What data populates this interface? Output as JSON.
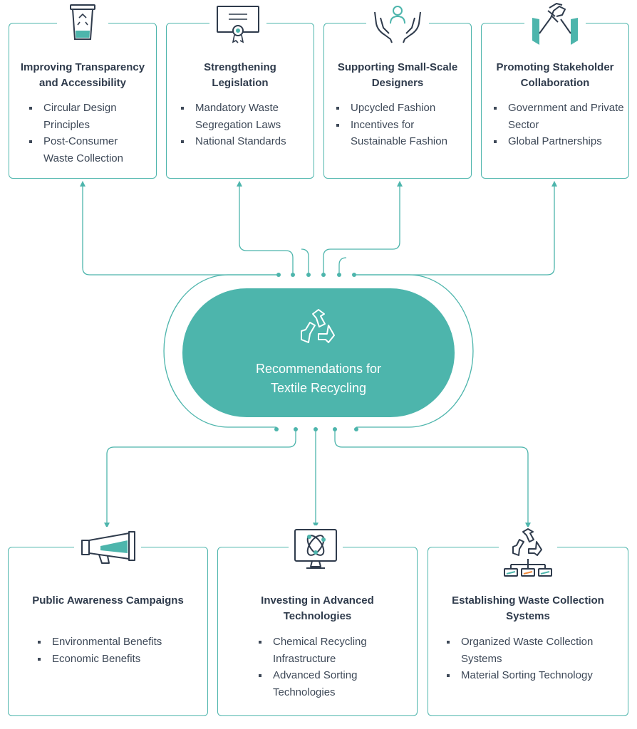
{
  "colors": {
    "accent": "#4db5ac",
    "text": "#2f3b4c",
    "line": "#4db5ac",
    "highlight_orange": "#f08a3c"
  },
  "center": {
    "title_line1": "Recommendations for",
    "title_line2": "Textile Recycling",
    "icon": "recycle-icon"
  },
  "top_boxes": [
    {
      "icon": "recycle-bin-icon",
      "title_line1": "Improving Transparency",
      "title_line2": "and Accessibility",
      "items": [
        "Circular Design Principles",
        "Post-Consumer Waste Collection"
      ]
    },
    {
      "icon": "certificate-icon",
      "title_line1": "Strengthening",
      "title_line2": "Legislation",
      "items": [
        "Mandatory Waste Segregation Laws",
        "National Standards"
      ]
    },
    {
      "icon": "hands-supporting-person-icon",
      "title_line1": "Supporting Small-Scale",
      "title_line2": "Designers",
      "items": [
        "Upcycled Fashion",
        "Incentives for Sustainable Fashion"
      ]
    },
    {
      "icon": "handshake-icon",
      "title_line1": "Promoting Stakeholder",
      "title_line2": "Collaboration",
      "items": [
        "Government and Private Sector",
        "Global Partnerships"
      ]
    }
  ],
  "bottom_boxes": [
    {
      "icon": "megaphone-icon",
      "title_line1": "Public Awareness Campaigns",
      "title_line2": "",
      "items": [
        "Environmental Benefits",
        "Economic Benefits"
      ]
    },
    {
      "icon": "monitor-atom-icon",
      "title_line1": "Investing in Advanced",
      "title_line2": "Technologies",
      "items": [
        "Chemical Recycling Infrastructure",
        "Advanced Sorting Technologies"
      ]
    },
    {
      "icon": "recycle-network-icon",
      "title_line1": "Establishing Waste Collection",
      "title_line2": "Systems",
      "items": [
        "Organized Waste Collection Systems",
        "Material Sorting Technology"
      ]
    }
  ]
}
